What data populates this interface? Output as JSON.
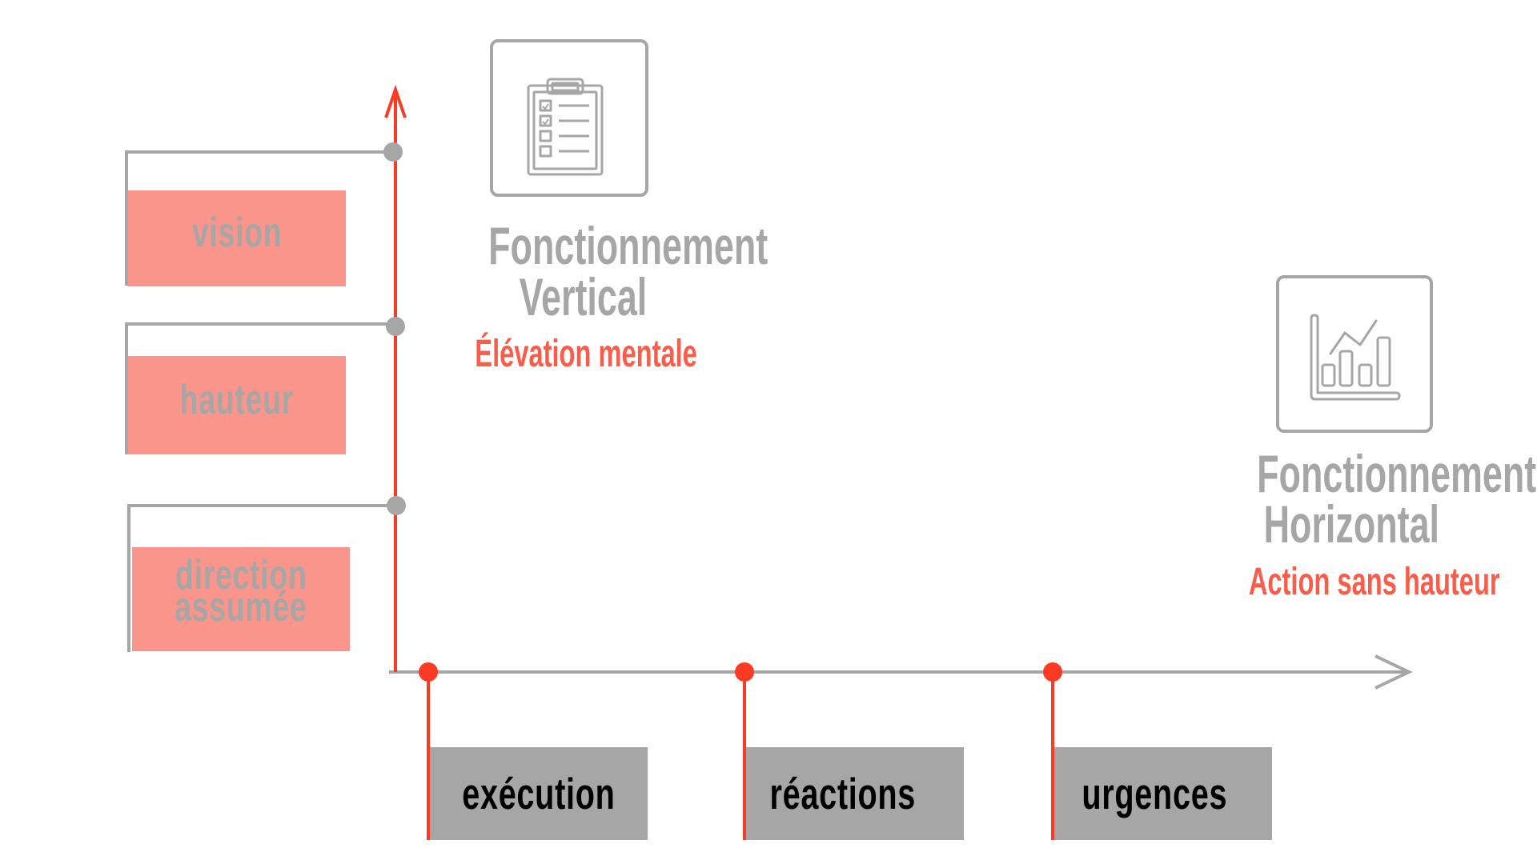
{
  "colors": {
    "accent_red": "#FA3A23",
    "red_text": "#FA5C4A",
    "gray": "#A6A6A6",
    "pink_fill": "#F9958A",
    "label_dark": "#000000"
  },
  "vertical_section": {
    "icon": "clipboard-checklist-icon",
    "title_line1": "Fonctionnement",
    "title_line2": "Vertical",
    "subtitle": "Élévation mentale",
    "levels": [
      {
        "label": "vision"
      },
      {
        "label": "hauteur"
      },
      {
        "label_line1": "direction",
        "label_line2": "assumée"
      }
    ]
  },
  "horizontal_section": {
    "icon": "bar-line-chart-icon",
    "title_line1": "Fonctionnement",
    "title_line2": "Horizontal",
    "subtitle": "Action sans hauteur",
    "items": [
      {
        "label": "exécution"
      },
      {
        "label": "réactions"
      },
      {
        "label": "urgences"
      }
    ]
  },
  "axes": {
    "vertical_axis": "up-arrow",
    "horizontal_axis": "right-arrow"
  }
}
